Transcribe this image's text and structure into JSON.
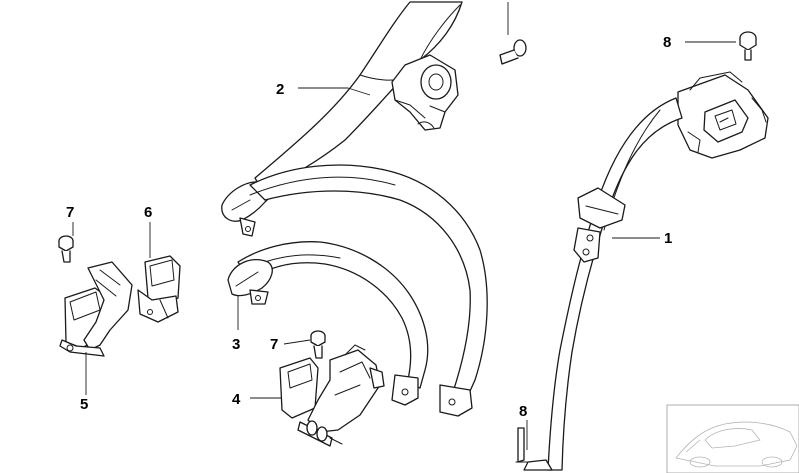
{
  "callouts": [
    {
      "id": "c1",
      "text": "1"
    },
    {
      "id": "c2",
      "text": "2"
    },
    {
      "id": "c3",
      "text": "3"
    },
    {
      "id": "c4",
      "text": "4"
    },
    {
      "id": "c5",
      "text": "5"
    },
    {
      "id": "c6",
      "text": "6"
    },
    {
      "id": "c7a",
      "text": "7"
    },
    {
      "id": "c7b",
      "text": "7"
    },
    {
      "id": "c8a",
      "text": "8"
    },
    {
      "id": "c8b",
      "text": "8"
    }
  ],
  "line_color": "#1a1a1a",
  "background": "#ffffff"
}
